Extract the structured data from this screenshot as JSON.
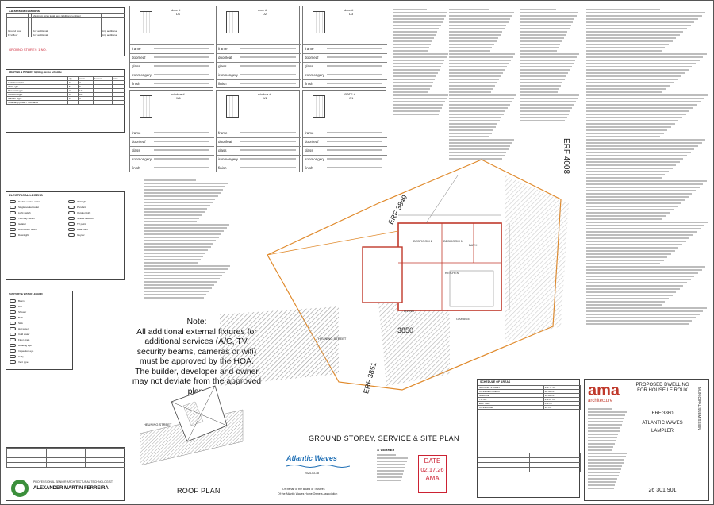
{
  "area_calc": {
    "title": "XA area calculations",
    "rows": [
      [
        "",
        "",
        "Maximum sizes legal gem (additional entities)",
        ""
      ],
      [
        "Ground floor",
        "",
        "Any additional",
        "Any additional"
      ],
      [
        "First floor",
        "",
        "Any additional",
        "Any additional"
      ]
    ],
    "ground_storey_label": "GROUND STOREY: 1 NO."
  },
  "lighting_table": {
    "title": "LIGHTING & POWER / lighting device schedule",
    "headers": [
      "",
      "qty",
      "watts",
      "lumens",
      "total"
    ],
    "rows": [
      [
        "LED Downlight",
        "16",
        "7",
        "",
        ""
      ],
      [
        "Wall Light",
        "6",
        "9",
        "",
        ""
      ],
      [
        "Pendant Light",
        "2",
        "12",
        "",
        ""
      ],
      [
        "Outdoor Light",
        "4",
        "10",
        "",
        ""
      ],
      [
        "Garden Light",
        "3",
        "5",
        "",
        ""
      ]
    ],
    "footer": "Total lamp power / floor area"
  },
  "electrical_legend": {
    "title": "ELECTRICAL LEGEND",
    "items": [
      "Double socket outlet",
      "Single socket outlet",
      "Light switch",
      "Two way switch",
      "Isolator",
      "Distribution board",
      "Downlight",
      "Wall light",
      "Pendant",
      "Outdoor light",
      "Smoke detector",
      "TV point",
      "Data point",
      "Geyser"
    ]
  },
  "sanitary_legend": {
    "title": "SANITARY & WATER LEGEND",
    "items": [
      "Basin",
      "WC",
      "Shower",
      "Bath",
      "Sink",
      "Hot water",
      "Cold water",
      "Floor drain",
      "Rodding eye",
      "Inspection eye",
      "Gully",
      "Vent pipe"
    ]
  },
  "doors": [
    {
      "title": "door #",
      "code": "D1"
    },
    {
      "title": "door #",
      "code": "D2"
    },
    {
      "title": "door #",
      "code": "D3"
    }
  ],
  "windows": [
    {
      "title": "window #",
      "code": "W1"
    },
    {
      "title": "window #",
      "code": "W2"
    },
    {
      "title": "GATE #",
      "code": "G1"
    }
  ],
  "spec_labels": [
    "frame",
    "door/leaf",
    "glass",
    "ironmongery",
    "finish"
  ],
  "note": "Note:\nAll additional external fixtures for additional services (A/C, TV, security beams, cameras or wifi) must be approved by the HOA.\nThe builder, developer and owner may not deviate from the approved plan.",
  "plan_titles": {
    "ground": "GROUND STOREY, SERVICE & SITE PLAN",
    "roof": "ROOF PLAN"
  },
  "erf_labels": {
    "erf_4008": "ERF 4008",
    "erf_3849": "ERF 3849",
    "erf_3850": "3850",
    "erf_3851": "ERF 3851",
    "street": "HEUNING STREET",
    "street2": "HEUNING STREET"
  },
  "rooms": [
    "LIVING",
    "KITCHEN",
    "BEDROOM 1",
    "BEDROOM 2",
    "BATH",
    "GARAGE"
  ],
  "technologist": {
    "name": "ALEXANDER MARTIN FERREIRA",
    "role": "PROFESSIONAL SENIOR ARCHITECTURAL TECHNOLOGIST"
  },
  "hoa": {
    "logo": "Atlantic Waves",
    "date": "2024-03-18",
    "line1": "On behalf of the Board of Trustees",
    "line2": "Of the Atlantic Waves Home Owners Association"
  },
  "consultant": {
    "name": "S VERKEY"
  },
  "date_stamp": {
    "label": "DATE",
    "value": "02.17.26",
    "initials": "AMA"
  },
  "titleblock": {
    "firm": "ama",
    "firm_sub": "architecture",
    "project": "PROPOSED DWELLING FOR HOUSE LE ROUX",
    "erf": "ERF 3860",
    "estate": "ATLANTIC WAVES",
    "town": "LAMPLER",
    "drawing_no": "26 301 901",
    "submission": "MUNICIPAL SUBMISSION"
  },
  "schedule": {
    "title": "SCHEDULE OF AREAS",
    "rows": [
      [
        "GROUND STOREY",
        "152.77 m²"
      ],
      [
        "COVERED AREAS",
        "22.50 m²"
      ],
      [
        "GARAGE",
        "36.00 m²"
      ],
      [
        "TOTAL",
        "211.27 m²"
      ],
      [
        "ERF SIZE",
        "612 m²"
      ],
      [
        "COVERAGE",
        "34.5%"
      ]
    ]
  },
  "colors": {
    "wall_red": "#c0392b",
    "boundary_orange": "#e08a2c",
    "hatch_grey": "#9a9a9a",
    "hoa_blue": "#1f6fb5"
  }
}
